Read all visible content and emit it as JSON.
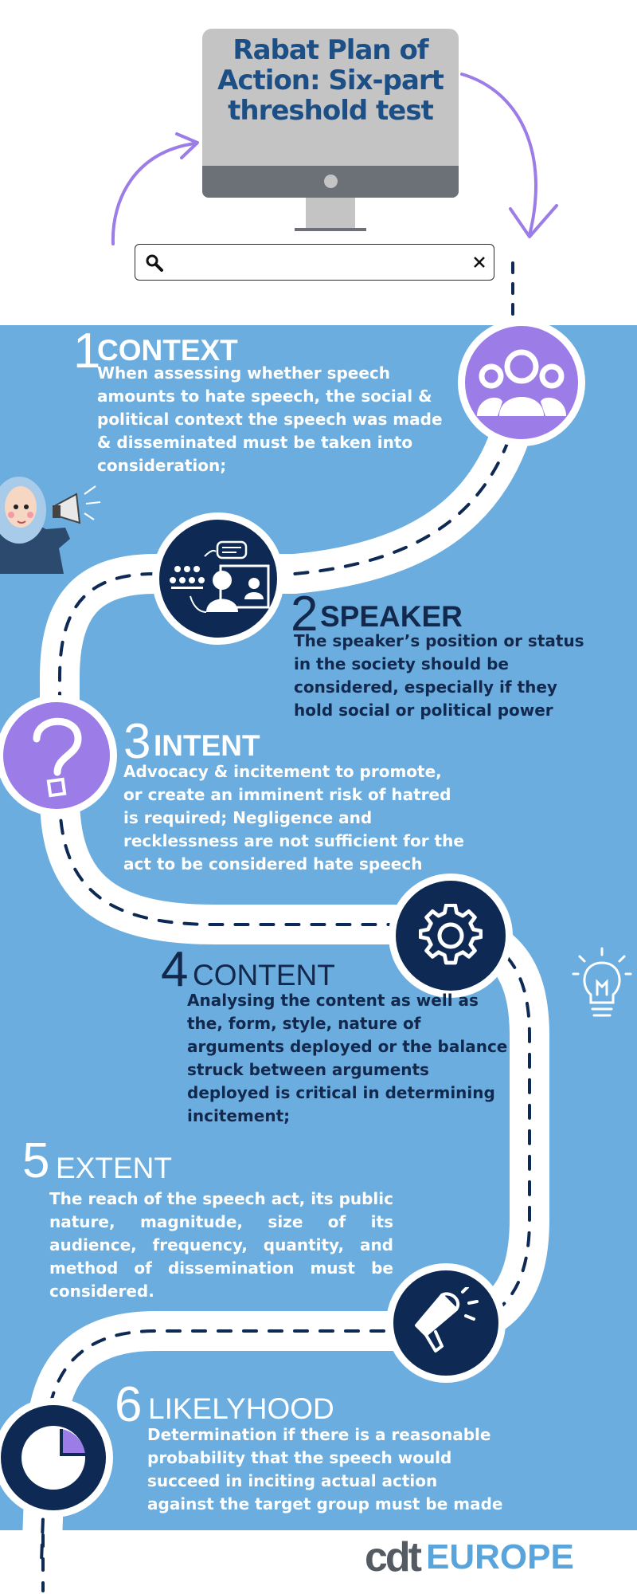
{
  "header": {
    "title": "Rabat Plan of Action: Six-part threshold test",
    "search": {
      "value": "",
      "placeholder": ""
    }
  },
  "steps": [
    {
      "number": "1",
      "title": "CONTEXT",
      "body": "When assessing whether speech amounts to hate speech, the social & political context the speech was made & disseminated must be taken into consideration;",
      "icon": "group-icon"
    },
    {
      "number": "2",
      "title": "SPEAKER",
      "body": "The speaker’s position or status in the society should be considered, especially if they hold social or political power",
      "icon": "presenter-icon"
    },
    {
      "number": "3",
      "title": "INTENT",
      "body": "Advocacy & incitement to promote, or create an imminent risk of  hatred is required; Negligence and recklessness are not sufficient  for the act to be considered hate speech",
      "icon": "question-mark-icon"
    },
    {
      "number": "4",
      "title": "CONTENT",
      "body": "Analysing the content as well as the, form, style, nature of arguments deployed or the balance struck between arguments deployed is critical in determining incitement;",
      "icon": "gear-icon"
    },
    {
      "number": "5",
      "title": "EXTENT",
      "body": "The reach of the speech act, its public nature, magnitude,  size of its audience, frequency, quantity, and method of dissemination must be considered.",
      "icon": "megaphone-icon"
    },
    {
      "number": "6",
      "title": "LIKELYHOOD",
      "body": "Determination if there is a reasonable probability that the speech would succeed in inciting actual action against the target group must be made",
      "icon": "pie-chart-icon"
    }
  ],
  "footer": {
    "logo_left": "cdt",
    "logo_right": "EUROPE"
  },
  "colors": {
    "background": "#6badde",
    "purple": "#9c7ce6",
    "navy": "#0e2a54",
    "title_blue": "#1c4f86",
    "road": "#ffffff",
    "dash": "#0e2a54"
  }
}
